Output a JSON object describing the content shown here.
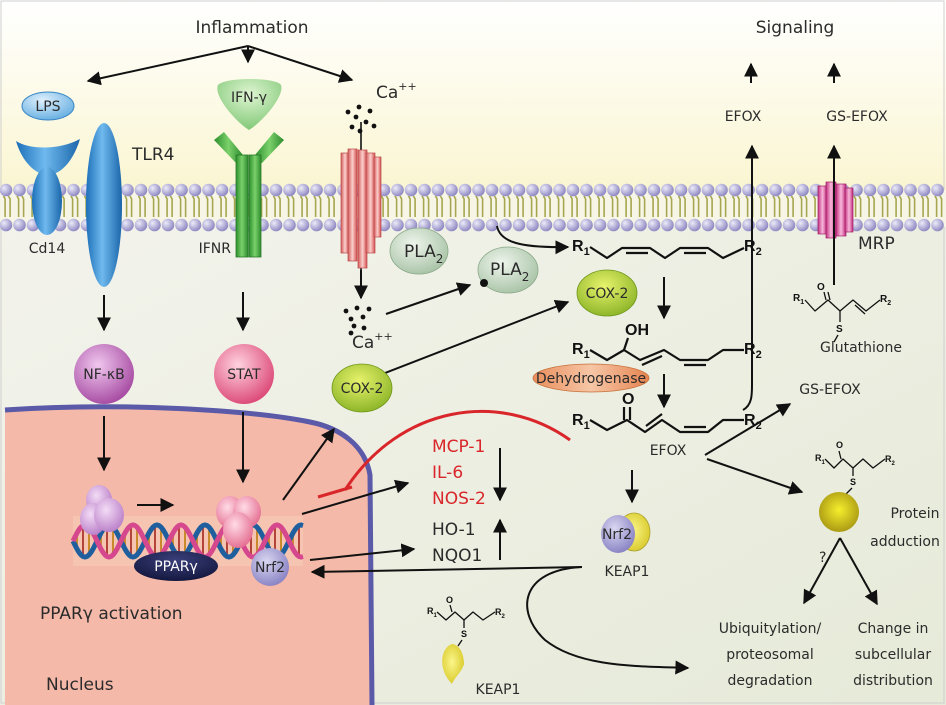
{
  "title": "EFOX anti-inflammatory signaling pathway",
  "top": {
    "inflammation": "Inflammation",
    "signaling": "Signaling",
    "efox_out": "EFOX",
    "gs_efox_out": "GS-EFOX"
  },
  "receptors": {
    "lps": "LPS",
    "tlr4": "TLR4",
    "cd14": "Cd14",
    "ifn_gamma": "IFN-γ",
    "ifnr": "IFNR",
    "ca_out": "Ca",
    "ca_out_sup": "++",
    "ca_in": "Ca",
    "ca_in_sup": "++",
    "mrp": "MRP"
  },
  "cytosol": {
    "pla2_a": "PLA",
    "pla2_a_sub": "2",
    "pla2_b": "PLA",
    "pla2_b_sub": "2",
    "cox2_a": "COX-2",
    "cox2_b": "COX-2",
    "nfkb": "NF-κB",
    "stat": "STAT",
    "dehydrogenase": "Dehydrogenase",
    "efox": "EFOX",
    "gs_efox": "GS-EFOX",
    "glutathione": "Glutathione",
    "keap1_complex": "KEAP1",
    "nrf2_complex": "Nrf2",
    "keap1_adduct": "KEAP1",
    "protein_adduction_1": "Protein",
    "protein_adduction_2": "adduction",
    "question": "?",
    "ubiq_1": "Ubiquitylation/",
    "ubiq_2": "proteosomal",
    "ubiq_3": "degradation",
    "change_1": "Change in",
    "change_2": "subcellular",
    "change_3": "distribution"
  },
  "genes": {
    "down": [
      "MCP-1",
      "IL-6",
      "NOS-2"
    ],
    "up": [
      "HO-1",
      "NQO1"
    ],
    "down_color": "#d9262b"
  },
  "chem": {
    "r1": "R",
    "r1_sub": "1",
    "r2": "R",
    "r2_sub": "2",
    "oh": "OH",
    "o": "O",
    "s": "S"
  },
  "nucleus": {
    "label": "Nucleus",
    "ppar": "PPARγ",
    "ppar_activation": "PPARγ activation",
    "nrf2": "Nrf2"
  },
  "colors": {
    "background_top": "#fbf7d6",
    "cytosol": "#ecefe2",
    "nucleus": "#f4b9a8",
    "nuclear_envelope": "#5a5aa8",
    "lipid_head": "#9e98cc",
    "lipid_tail": "#a6a650",
    "inhibition": "#d9262b"
  }
}
